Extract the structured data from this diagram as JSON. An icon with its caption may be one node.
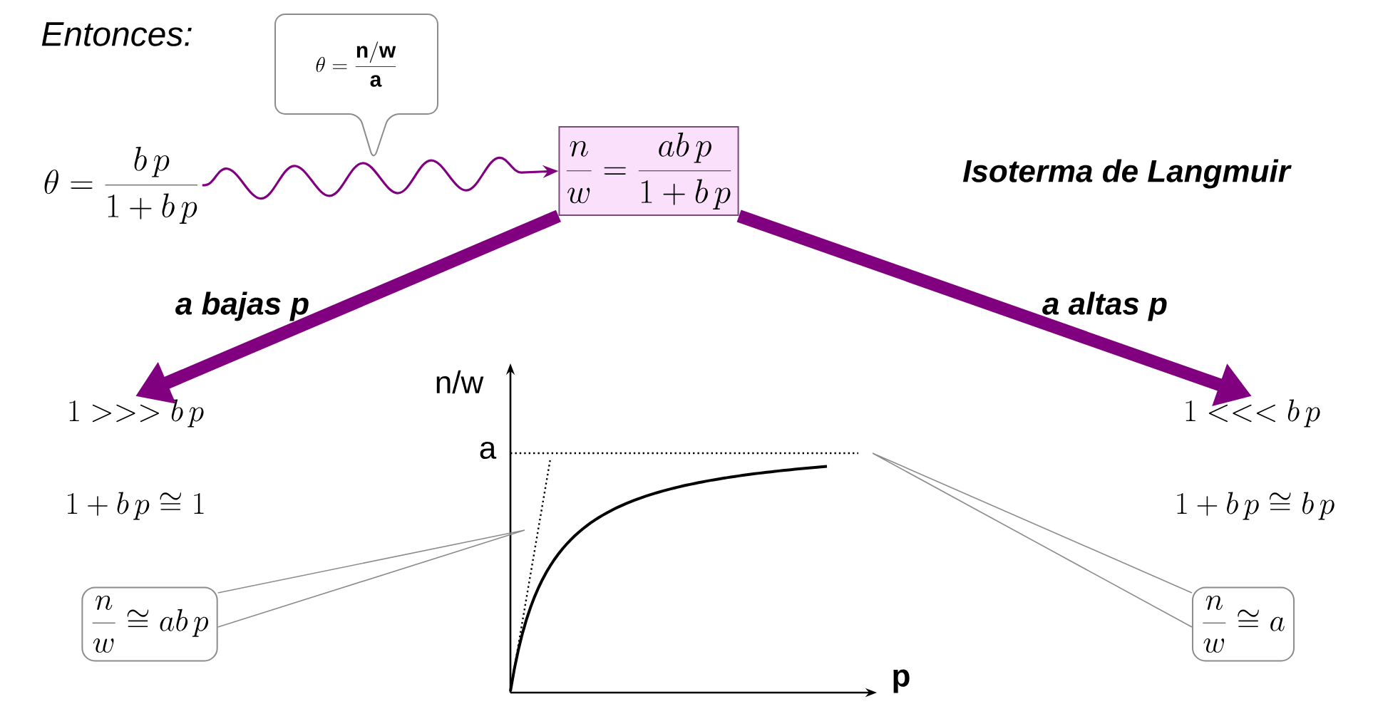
{
  "diagram": {
    "nodes": [
      {
        "text": [
          "\\theta=\\frac{b\\,p}{1+b\\,p}"
        ]
      },
      {
        "text": [
          "\\theta=\\frac{\\mathbf{n/w}}{\\mathbf{a}}"
        ]
      },
      {
        "text": [
          "\\frac{n}{w}=\\frac{ab\\,p}{1+b\\,p}"
        ]
      },
      {
        "text": [
          "1>>>b\\,p"
        ]
      },
      {
        "text": [
          "1<<<b\\,p"
        ]
      },
      {
        "text": [
          "\\frac{n}{w}\\cong ab\\,p"
        ]
      },
      {
        "text": [
          "\\frac{n}{w}\\cong a"
        ]
      }
    ],
    "edges": [
      {
        "from": 0,
        "to": 2,
        "arrow": "to"
      },
      {
        "from": 2,
        "to": 3,
        "arrow": "to",
        "label": "a bajas p",
        "style": "thick"
      },
      {
        "from": 2,
        "to": 4,
        "arrow": "to",
        "label": "a altas p",
        "style": "thick"
      },
      {
        "from": 5,
        "to": null,
        "arrow": "none",
        "color": "#8c8c8c"
      },
      {
        "from": 6,
        "to": null,
        "arrow": "none",
        "color": "#8c8c8c"
      }
    ],
    "labels": [
      "Entonces:",
      "Isoterma de Langmuir",
      "1+b\\,p\\cong 1",
      "1+b\\,p\\cong b\\,p",
      "n/w",
      "a",
      "p"
    ]
  }
}
